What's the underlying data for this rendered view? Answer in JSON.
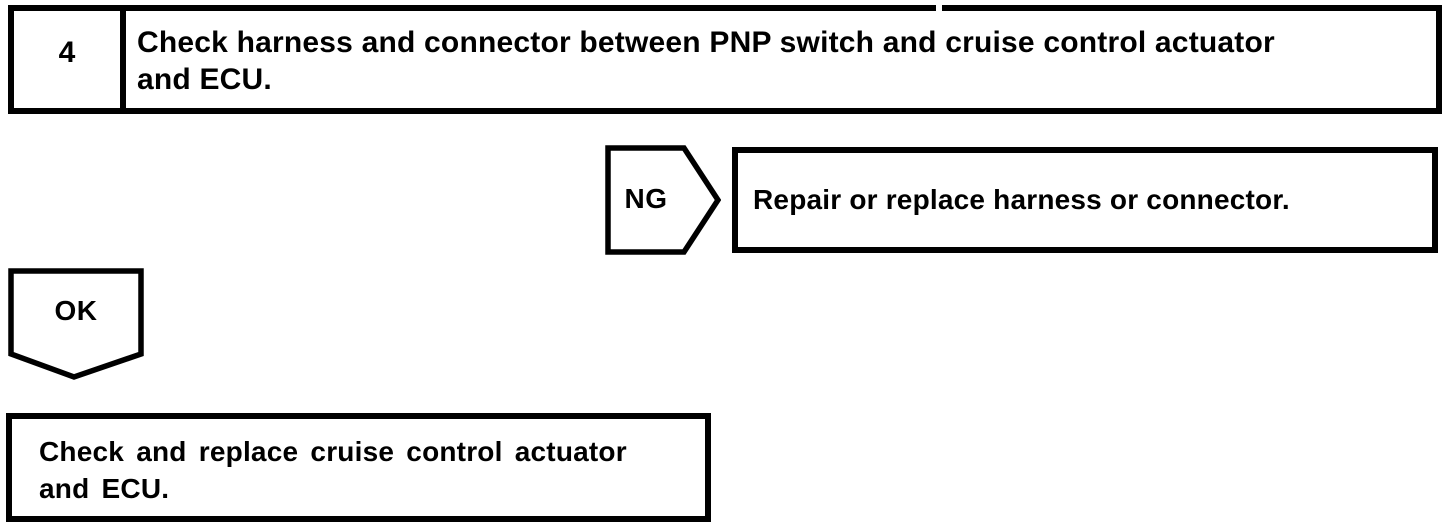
{
  "colors": {
    "ink": "#000000",
    "paper": "#ffffff"
  },
  "flowchart": {
    "step": {
      "number": "4",
      "instruction_lines": [
        "Check harness and connector between PNP switch and cruise control actuator",
        "and ECU."
      ]
    },
    "ng_branch": {
      "label": "NG",
      "action": "Repair or replace harness or connector."
    },
    "ok_branch": {
      "label": "OK",
      "result_lines": [
        "Check and replace cruise control actuator",
        "and ECU."
      ]
    }
  }
}
